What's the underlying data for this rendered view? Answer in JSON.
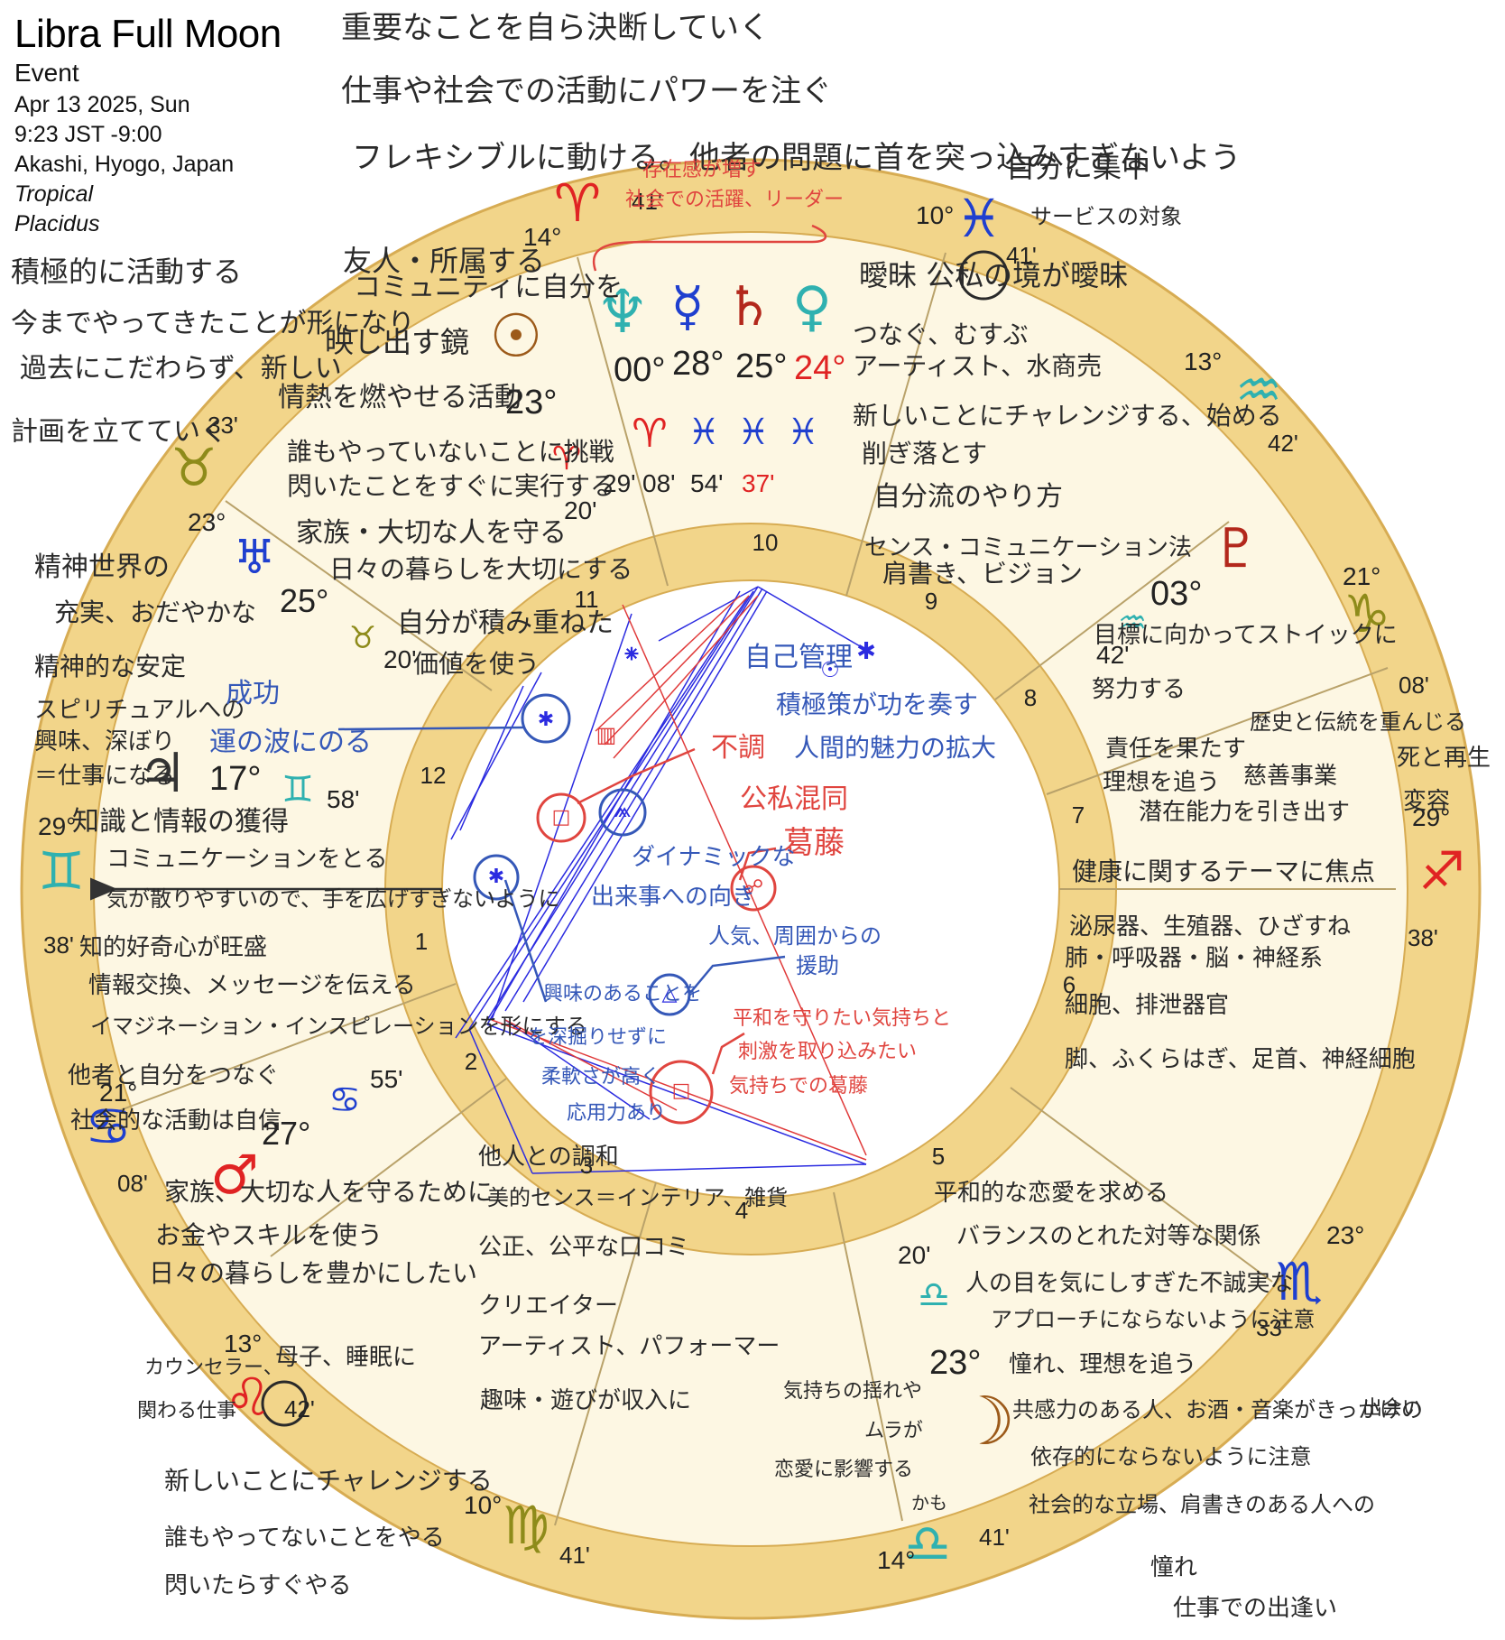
{
  "header": {
    "title": "Libra Full Moon",
    "chart_kind": "Event",
    "date": "Apr 13 2025, Sun",
    "time": "9:23 JST -9:00",
    "place": "Akashi, Hyogo, Japan",
    "zodiac": "Tropical",
    "house_system": "Placidus"
  },
  "colors": {
    "ring": "#f2d58a",
    "ring_dark": "#d7ac53",
    "inner_bg": "#fdf7e3",
    "fire": "#e02323",
    "earth": "#8e8b1a",
    "air": "#2fb1b0",
    "water": "#1f3fcf",
    "aspect_blue": "#2b2be0",
    "aspect_red": "#e03a3a",
    "note_black": "#2a2a2a",
    "note_blue": "#3558b8",
    "note_red": "#e0453f"
  },
  "cusps": [
    {
      "sign": "aries-glyph",
      "deg": "14°",
      "min": "41'"
    },
    {
      "sign": "pisces-glyph",
      "deg": "10°",
      "min": "41'"
    },
    {
      "sign": "aquarius-glyph",
      "deg": "13°",
      "min": "42'"
    },
    {
      "sign": "capricorn-glyph",
      "deg": "21°",
      "min": "08'"
    },
    {
      "sign": "sagittarius-glyph",
      "deg": "29°",
      "min": "38'"
    },
    {
      "sign": "scorpio-glyph",
      "deg": "23°",
      "min": "33'"
    },
    {
      "sign": "libra-glyph",
      "deg": "14°",
      "min": "41'"
    },
    {
      "sign": "virgo-glyph",
      "deg": "10°",
      "min": "41'"
    },
    {
      "sign": "leo-glyph",
      "deg": "13°",
      "min": "42'"
    },
    {
      "sign": "cancer-glyph",
      "deg": "21°",
      "min": "08'"
    },
    {
      "sign": "gemini-glyph",
      "deg": "29°",
      "min": "38'"
    },
    {
      "sign": "taurus-glyph",
      "deg": "23°",
      "min": "33'"
    }
  ],
  "houses": [
    "1",
    "2",
    "3",
    "4",
    "5",
    "6",
    "7",
    "8",
    "9",
    "10",
    "11",
    "12"
  ],
  "planets": {
    "neptune": {
      "deg": "00°",
      "min": "29'"
    },
    "mercury": {
      "deg": "28°",
      "min": "08'"
    },
    "saturn": {
      "deg": "25°",
      "min": "54'"
    },
    "venus": {
      "deg": "24°",
      "min": "37'"
    },
    "sun": {
      "deg": "23°",
      "min": "20'"
    },
    "uranus": {
      "deg": "25°",
      "min": "20'"
    },
    "jupiter": {
      "deg": "17°",
      "min": "58'"
    },
    "mars": {
      "deg": "27°",
      "min": "55'"
    },
    "pluto": {
      "deg": "03°",
      "min": "42'"
    },
    "moon": {
      "deg": "23°",
      "min": "20'"
    }
  },
  "notes": {
    "n1": "重要なことを自ら決断していく",
    "n2": "仕事や社会での活動にパワーを注ぐ",
    "n3": "フレキシブルに動ける。他者の問題に首を突っ込みすぎないよう",
    "n4": "自分に集中",
    "n5": "存在感が増す",
    "n6": "社会での活躍、リーダー",
    "n7": "サービスの対象",
    "n8": "曖昧 公私の境が曖昧",
    "n9": "友人・所属する",
    "n10": "コミュニティに自分を",
    "n11": "映し出す鏡",
    "n12": "積極的に活動する",
    "n13": "今までやってきたことが形になり",
    "n14": "過去にこだわらず、新しい",
    "n15": "計画を立てていく",
    "n16": "情熱を燃やせる活動",
    "n17": "誰もやっていないことに挑戦",
    "n18": "閃いたことをすぐに実行する",
    "n19": "家族・大切な人を守る",
    "n20": "日々の暮らしを大切にする",
    "n21": "自分が積み重ねた",
    "n22": "価値を使う",
    "n23": "つなぐ、むすぶ",
    "n24": "アーティスト、水商売",
    "n25": "新しいことにチャレンジする、始める",
    "n26": "削ぎ落とす",
    "n27": "自分流のやり方",
    "n28": "センス・コミュニケーション法",
    "n29": "肩書き、ビジョン",
    "n30": "精神世界の",
    "n31": "充実、おだやかな",
    "n32": "精神的な安定",
    "n33": "スピリチュアルへの",
    "n34": "興味、深ぼり",
    "n35": "＝仕事になる",
    "n36": "成功",
    "n37": "運の波にのる",
    "n38": "自己管理",
    "n39": "積極策が功を奏す",
    "n40": "人間的魅力の拡大",
    "n41": "不調",
    "n42": "公私混同",
    "n43": "葛藤",
    "n44": "ダイナミックな",
    "n45": "出来事への向き",
    "n46": "知識と情報の獲得",
    "n47": "コミュニケーションをとる",
    "n48": "気が散りやすいので、手を広げすぎないように",
    "n49": "知的好奇心が旺盛",
    "n50": "情報交換、メッセージを伝える",
    "n51": "イマジネーション・インスピレーションを形にする",
    "n52": "他者と自分をつなぐ",
    "n53": "社会的な活動は自信",
    "n54": "目標に向かってストイックに",
    "n55": "努力する",
    "n56": "責任を果たす",
    "n57": "歴史と伝統を重んじる",
    "n58": "死と再生",
    "n59": "変容",
    "n60": "理想を追う",
    "n61": "慈善事業",
    "n62": "潜在能力を引き出す",
    "n63": "健康に関するテーマに焦点",
    "n64": "泌尿器、生殖器、ひざすね",
    "n65": "肺・呼吸器・脳・神経系",
    "n66": "細胞、排泄器官",
    "n67": "脚、ふくらはぎ、足首、神経細胞",
    "n68": "人気、周囲からの",
    "n69": "援助",
    "n70": "興味のあることを",
    "n71": "を深掘りせずに",
    "n72": "柔軟さが高く",
    "n73": "応用力あり",
    "n74": "平和を守りたい気持ちと",
    "n75": "刺激を取り込みたい",
    "n76": "気持ちでの葛藤",
    "n77": "家族、大切な人を守るために",
    "n78": "お金やスキルを使う",
    "n79": "日々の暮らしを豊かにしたい",
    "n80": "他人との調和",
    "n81": "美的センス＝インテリア、雑貨",
    "n82": "公正、公平な口コミ",
    "n83": "クリエイター",
    "n84": "アーティスト、パフォーマー",
    "n85": "趣味・遊びが収入に",
    "n86": "平和的な恋愛を求める",
    "n87": "バランスのとれた対等な関係",
    "n88": "人の目を気にしすぎた不誠実な",
    "n89": "アプローチにならないように注意",
    "n90": "憧れ、理想を追う",
    "n91": "共感力のある人、お酒・音楽がきっかけの",
    "n92": "出会い",
    "n93": "依存的にならないように注意",
    "n94": "社会的な立場、肩書きのある人への",
    "n95": "憧れ",
    "n96": "仕事での出逢い",
    "n97": "気持ちの揺れや",
    "n98": "ムラが",
    "n99": "恋愛に影響する",
    "n100": "かも",
    "n101": "カウンセラー、",
    "n102": "母子、睡眠に",
    "n103": "関わる仕事",
    "n104": "新しいことにチャレンジする",
    "n105": "誰もやってないことをやる",
    "n106": "閃いたらすぐやる"
  }
}
